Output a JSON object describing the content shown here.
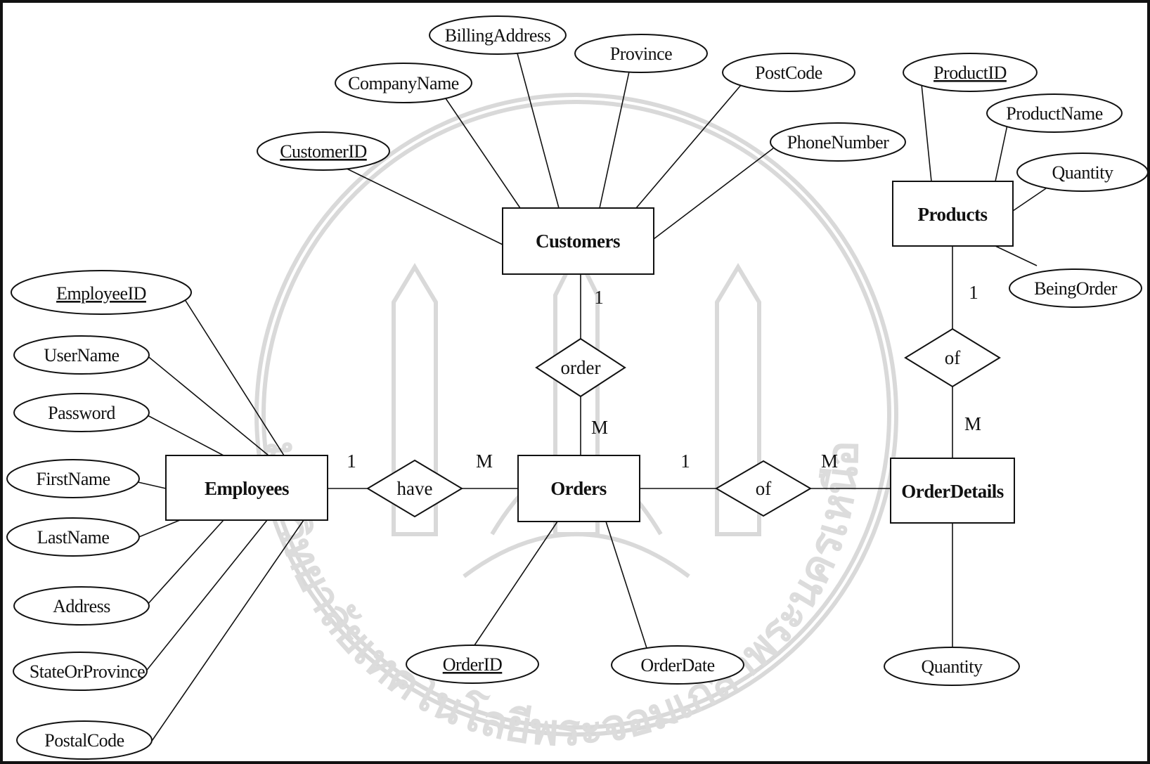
{
  "entities": {
    "customers": "Customers",
    "employees": "Employees",
    "orders": "Orders",
    "order_details": "OrderDetails",
    "products": "Products"
  },
  "relationships": {
    "order": "order",
    "have": "have",
    "of_orders": "of",
    "of_products": "of"
  },
  "attributes": {
    "customers": {
      "customer_id": "CustomerID",
      "company_name": "CompanyName",
      "billing_address": "BillingAddress",
      "province": "Province",
      "post_code": "PostCode",
      "phone_number": "PhoneNumber"
    },
    "employees": {
      "employee_id": "EmployeeID",
      "user_name": "UserName",
      "password": "Password",
      "first_name": "FirstName",
      "last_name": "LastName",
      "address": "Address",
      "state_or_province": "StateOrProvince",
      "postal_code": "PostalCode"
    },
    "orders": {
      "order_id": "OrderID",
      "order_date": "OrderDate"
    },
    "products": {
      "product_id": "ProductID",
      "product_name": "ProductName",
      "quantity": "Quantity",
      "being_order": "BeingOrder"
    },
    "order_details": {
      "quantity": "Quantity"
    }
  },
  "cardinalities": {
    "customers_order": "1",
    "order_orders": "M",
    "employees_have": "1",
    "have_orders": "M",
    "orders_of": "1",
    "of_orderdetails": "M",
    "products_of": "1",
    "of_orderdetails_from_products": "M"
  },
  "watermark": {
    "text": "มหาวิทยาลัยเทคโนโลยีพระจอมเกล้าพระนครเหนือ"
  },
  "colors": {
    "line": "#111111",
    "watermark": "#d9d9d9",
    "background": "#ffffff"
  }
}
